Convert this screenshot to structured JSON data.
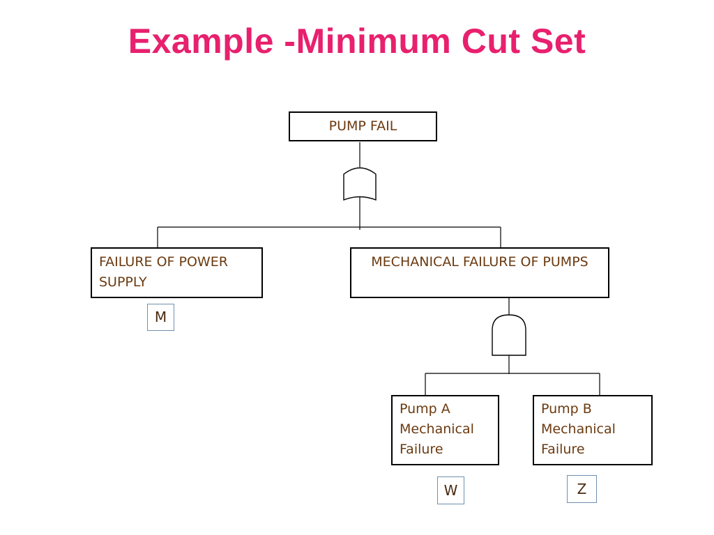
{
  "title": "Example -Minimum Cut Set",
  "top_event": "PUMP FAIL",
  "events": {
    "power": "FAILURE OF POWER SUPPLY",
    "mechanical": "MECHANICAL FAILURE OF PUMPS",
    "pump_a": "Pump A Mechanical Failure",
    "pump_b": "Pump B Mechanical Failure"
  },
  "labels": {
    "power": "M",
    "pump_a": "W",
    "pump_b": "Z"
  },
  "gates": {
    "top": "or-gate",
    "mechanical": "and-gate"
  }
}
